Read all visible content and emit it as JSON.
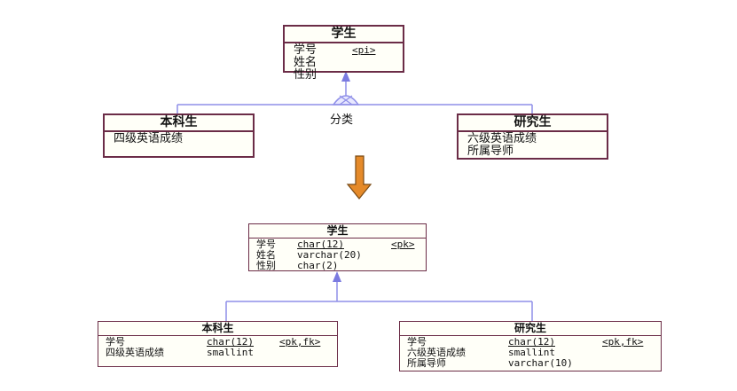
{
  "top": {
    "parent": {
      "name": "学生",
      "attrs": [
        {
          "name": "学号",
          "key": "<pi>"
        },
        {
          "name": "姓名"
        },
        {
          "name": "性别"
        }
      ]
    },
    "children": [
      {
        "name": "本科生",
        "attrs": [
          "四级英语成绩"
        ]
      },
      {
        "name": "研究生",
        "attrs": [
          "六级英语成绩",
          "所属导师"
        ]
      }
    ],
    "inheritance_label": "分类"
  },
  "bottom": {
    "parent": {
      "name": "学生",
      "attrs": [
        {
          "name": "学号",
          "type": "char(12)",
          "key": "<pk>"
        },
        {
          "name": "姓名",
          "type": "varchar(20)"
        },
        {
          "name": "性别",
          "type": "char(2)"
        }
      ]
    },
    "children": [
      {
        "name": "本科生",
        "attrs": [
          {
            "name": "学号",
            "type": "char(12)",
            "key": "<pk,fk>"
          },
          {
            "name": "四级英语成绩",
            "type": "smallint"
          }
        ]
      },
      {
        "name": "研究生",
        "attrs": [
          {
            "name": "学号",
            "type": "char(12)",
            "key": "<pk,fk>"
          },
          {
            "name": "六级英语成绩",
            "type": "smallint"
          },
          {
            "name": "所属导师",
            "type": "varchar(10)"
          }
        ]
      }
    ]
  },
  "colors": {
    "border": "#6b2c47",
    "connector": "#8f8fe8",
    "arrow_fill": "#e58a2a"
  }
}
